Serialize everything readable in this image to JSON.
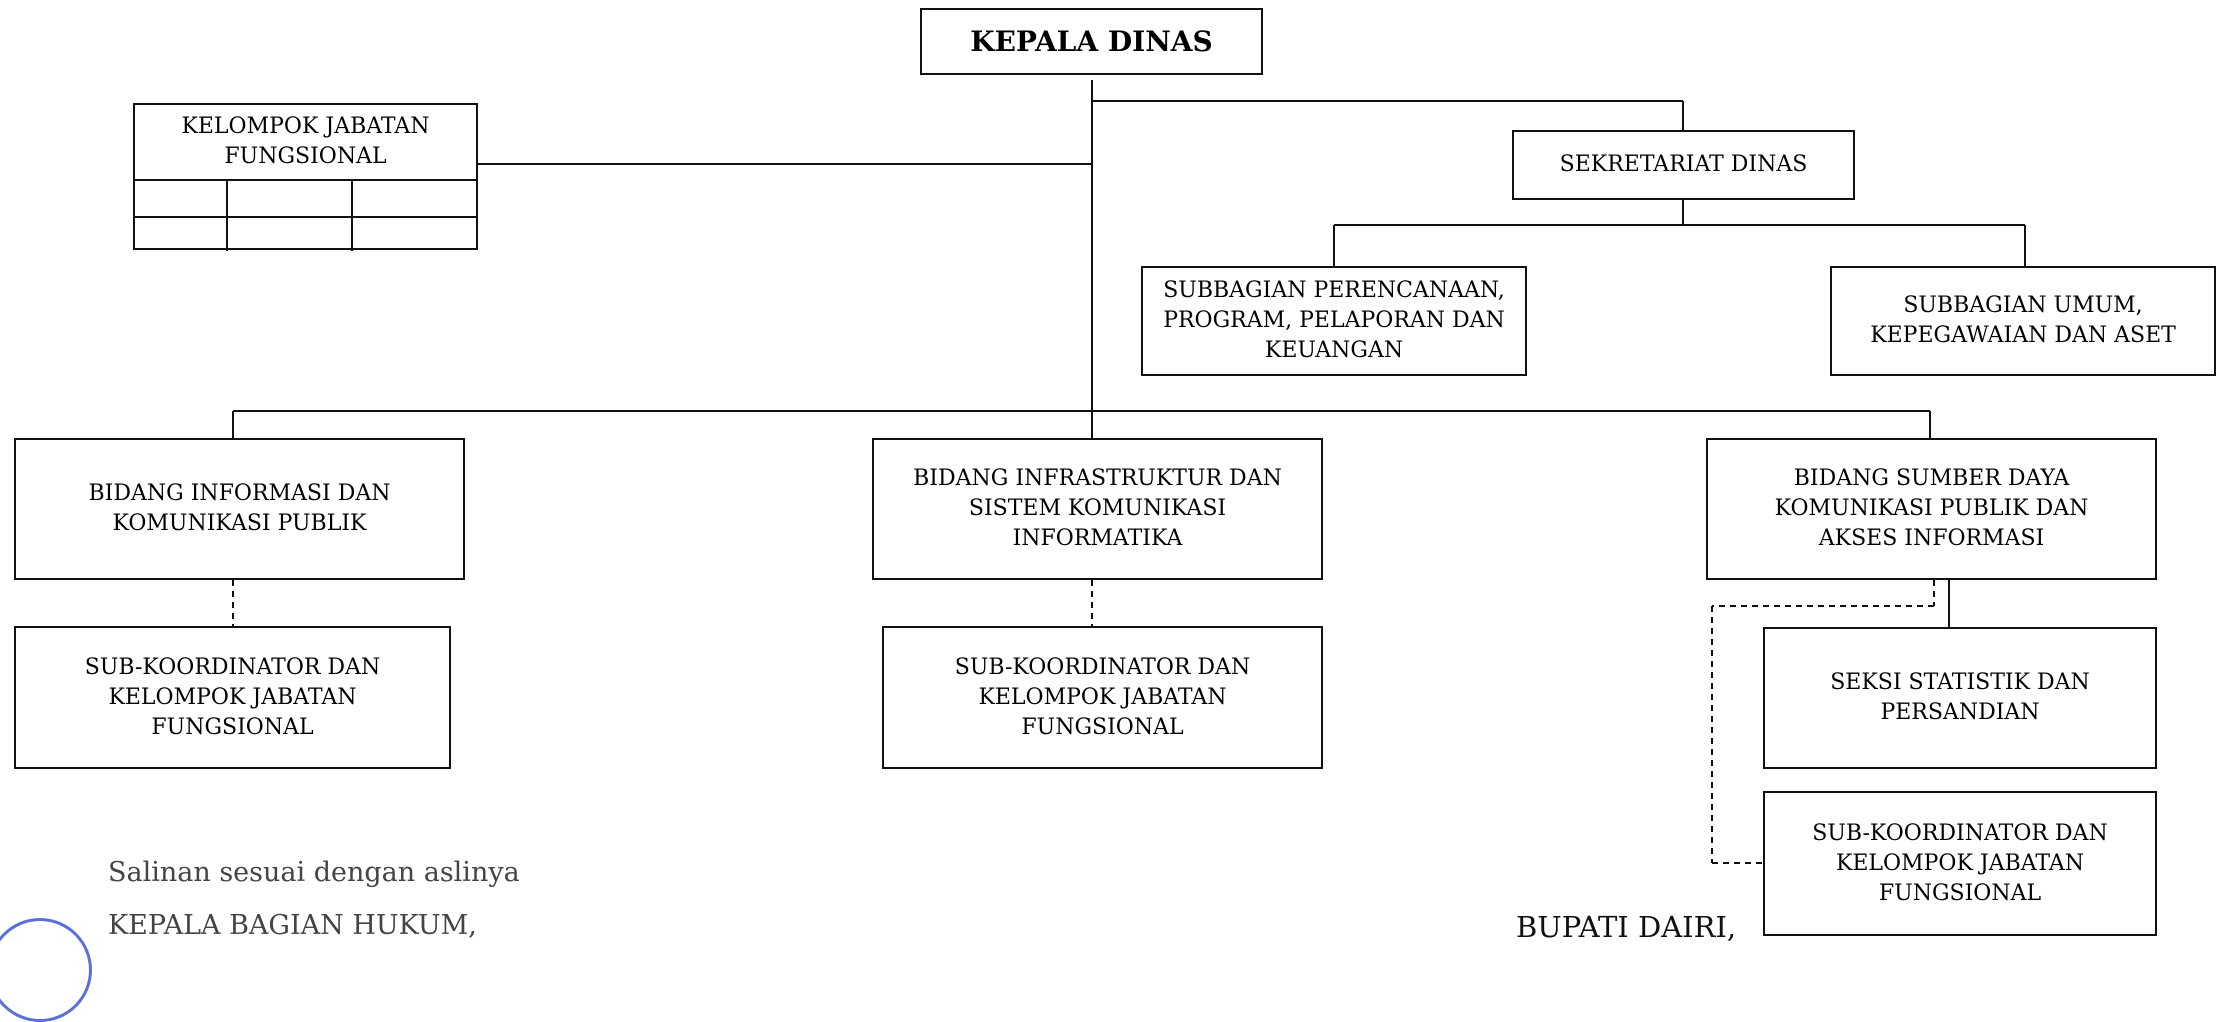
{
  "nodes": {
    "kepala": "KEPALA DINAS",
    "jabatan": "KELOMPOK JABATAN\nFUNGSIONAL",
    "sekretariat": "SEKRETARIAT DINAS",
    "sub_perencanaan": "SUBBAGIAN PERENCANAAN,\nPROGRAM, PELAPORAN DAN\nKEUANGAN",
    "sub_umum": "SUBBAGIAN UMUM,\nKEPEGAWAIAN DAN ASET",
    "bidang_informasi": "BIDANG INFORMASI DAN\nKOMUNIKASI PUBLIK",
    "bidang_infrastruktur": "BIDANG INFRASTRUKTUR DAN\nSISTEM KOMUNIKASI\nINFORMATIKA",
    "bidang_sumberdaya": "BIDANG SUMBER DAYA\nKOMUNIKASI PUBLIK DAN\nAKSES INFORMASI",
    "subkoord_1": "SUB-KOORDINATOR DAN\nKELOMPOK JABATAN\nFUNGSIONAL",
    "subkoord_2": "SUB-KOORDINATOR DAN\nKELOMPOK JABATAN\nFUNGSIONAL",
    "seksi_statistik": "SEKSI STATISTIK DAN\nPERSANDIAN",
    "subkoord_3": "SUB-KOORDINATOR DAN\nKELOMPOK JABATAN\nFUNGSIONAL"
  },
  "footer": {
    "salinan": "Salinan sesuai dengan aslinya",
    "kepala_bagian": "KEPALA BAGIAN HUKUM,",
    "bupati": "BUPATI DAIRI,"
  },
  "colors": {
    "stamp": "#5b6fd6"
  }
}
